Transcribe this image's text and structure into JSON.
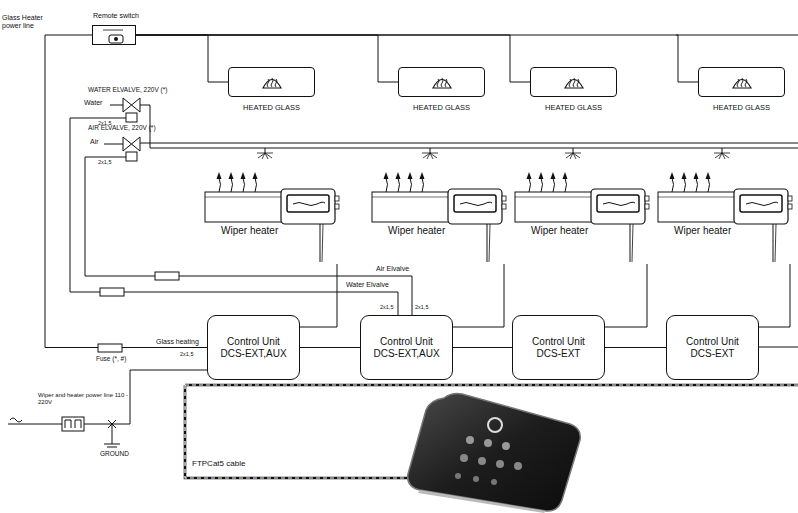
{
  "diagram": {
    "nodes": [
      {
        "text": [
          "Remote switch"
        ]
      },
      {
        "text": [
          "HEATED GLASS"
        ]
      },
      {
        "text": [
          "HEATED GLASS"
        ]
      },
      {
        "text": [
          "HEATED GLASS"
        ]
      },
      {
        "text": [
          "HEATED GLASS"
        ]
      },
      {
        "text": [
          "Wiper heater"
        ]
      },
      {
        "text": [
          "Wiper heater"
        ]
      },
      {
        "text": [
          "Wiper heater"
        ]
      },
      {
        "text": [
          "Wiper heater"
        ]
      },
      {
        "text": [
          "Control Unit DCS-EXT,AUX"
        ]
      },
      {
        "text": [
          "Control Unit DCS-EXT,AUX"
        ]
      },
      {
        "text": [
          "Control Unit DCS-EXT"
        ]
      },
      {
        "text": [
          "Control Unit DCS-EXT"
        ]
      }
    ],
    "edges": [
      {
        "from": 0,
        "to": 1,
        "arrow": "none"
      },
      {
        "from": 0,
        "to": 2,
        "arrow": "none"
      },
      {
        "from": 0,
        "to": 3,
        "arrow": "none"
      },
      {
        "from": 0,
        "to": 4,
        "arrow": "none"
      },
      {
        "from": 0,
        "to": 9,
        "arrow": "none"
      },
      {
        "from": 9,
        "to": 10,
        "arrow": "none"
      },
      {
        "from": 10,
        "to": 11,
        "arrow": "none"
      },
      {
        "from": 11,
        "to": 12,
        "arrow": "none"
      },
      {
        "from": 9,
        "to": 5,
        "arrow": "none"
      },
      {
        "from": 10,
        "to": 6,
        "arrow": "none"
      },
      {
        "from": 11,
        "to": 7,
        "arrow": "none"
      },
      {
        "from": 12,
        "to": 8,
        "arrow": "none"
      }
    ],
    "labels": [
      "Glass Heater power line",
      "WATER ELVALVE, 220V (*)",
      "Water",
      "2x1,5",
      "AIR ELVALVE, 220V (*)",
      "Air",
      "2x1,5",
      "Air Elvalve",
      "Water Elvalve",
      "2x1,5",
      "2x1,5",
      "Glass heating",
      "2x1,5",
      "Fuse (*, #)",
      "Wiper and heater power line 110 - 220V",
      "GROUND",
      "FTPCat5 cable"
    ]
  }
}
